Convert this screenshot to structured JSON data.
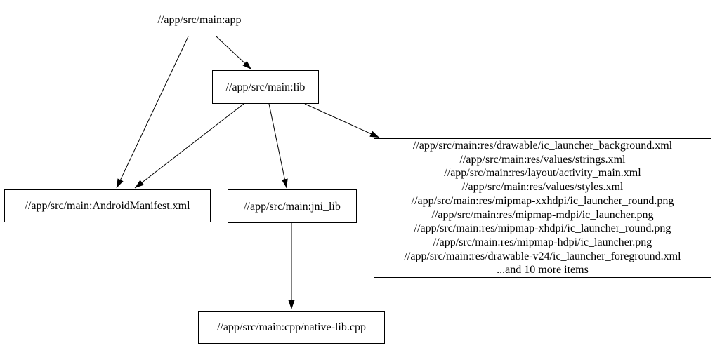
{
  "graph": {
    "background_color": "#ffffff",
    "node_border_color": "#000000",
    "text_color": "#000000",
    "nodes": [
      {
        "id": "app",
        "label": "//app/src/main:app"
      },
      {
        "id": "lib",
        "label": "//app/src/main:lib"
      },
      {
        "id": "manifest",
        "label": "//app/src/main:AndroidManifest.xml"
      },
      {
        "id": "jni_lib",
        "label": "//app/src/main:jni_lib"
      },
      {
        "id": "res_group",
        "lines": [
          "//app/src/main:res/drawable/ic_launcher_background.xml",
          "//app/src/main:res/values/strings.xml",
          "//app/src/main:res/layout/activity_main.xml",
          "//app/src/main:res/values/styles.xml",
          "//app/src/main:res/mipmap-xxhdpi/ic_launcher_round.png",
          "//app/src/main:res/mipmap-mdpi/ic_launcher.png",
          "//app/src/main:res/mipmap-xhdpi/ic_launcher_round.png",
          "//app/src/main:res/mipmap-hdpi/ic_launcher.png",
          "//app/src/main:res/drawable-v24/ic_launcher_foreground.xml",
          "...and 10 more items"
        ]
      },
      {
        "id": "native_lib_cpp",
        "label": "//app/src/main:cpp/native-lib.cpp"
      }
    ],
    "edges": [
      {
        "from": "app",
        "to": "lib"
      },
      {
        "from": "app",
        "to": "manifest"
      },
      {
        "from": "lib",
        "to": "manifest"
      },
      {
        "from": "lib",
        "to": "jni_lib"
      },
      {
        "from": "lib",
        "to": "res_group"
      },
      {
        "from": "jni_lib",
        "to": "native_lib_cpp"
      }
    ]
  }
}
